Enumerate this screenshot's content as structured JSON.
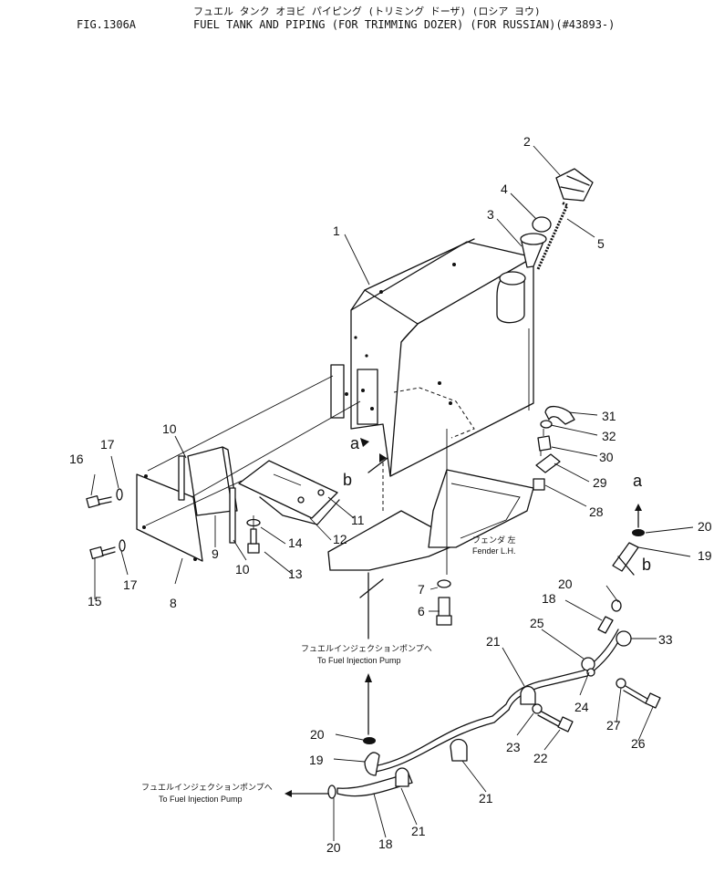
{
  "header": {
    "fig_id": "FIG.1306A",
    "title_jp": "フュエル タンク オヨビ パイピング (トリミング ドーザ) (ロシア ヨウ)",
    "title_en": "FUEL TANK AND PIPING (FOR TRIMMING DOZER) (FOR RUSSIAN)(#43893-)"
  },
  "labels": {
    "fender_jp": "フェンダ 左",
    "fender_en": "Fender L.H.",
    "pump_jp_upper": "フュエルインジェクションポンプへ",
    "pump_en_upper": "To Fuel Injection Pump",
    "pump_jp_lower": "フュエルインジェクションポンプへ",
    "pump_en_lower": "To Fuel Injection Pump"
  },
  "connectors": {
    "a_tank": "a",
    "b_tank": "b",
    "a_pipe": "a",
    "b_pipe": "b"
  },
  "callouts": [
    {
      "id": "c1",
      "n": "1"
    },
    {
      "id": "c2",
      "n": "2"
    },
    {
      "id": "c3",
      "n": "3"
    },
    {
      "id": "c4",
      "n": "4"
    },
    {
      "id": "c5",
      "n": "5"
    },
    {
      "id": "c6",
      "n": "6"
    },
    {
      "id": "c7",
      "n": "7"
    },
    {
      "id": "c8",
      "n": "8"
    },
    {
      "id": "c9",
      "n": "9"
    },
    {
      "id": "c10a",
      "n": "10"
    },
    {
      "id": "c10b",
      "n": "10"
    },
    {
      "id": "c11",
      "n": "11"
    },
    {
      "id": "c12",
      "n": "12"
    },
    {
      "id": "c13",
      "n": "13"
    },
    {
      "id": "c14",
      "n": "14"
    },
    {
      "id": "c15",
      "n": "15"
    },
    {
      "id": "c16",
      "n": "16"
    },
    {
      "id": "c17a",
      "n": "17"
    },
    {
      "id": "c17b",
      "n": "17"
    },
    {
      "id": "c18a",
      "n": "18"
    },
    {
      "id": "c18b",
      "n": "18"
    },
    {
      "id": "c19a",
      "n": "19"
    },
    {
      "id": "c19b",
      "n": "19"
    },
    {
      "id": "c20a",
      "n": "20"
    },
    {
      "id": "c20b",
      "n": "20"
    },
    {
      "id": "c20c",
      "n": "20"
    },
    {
      "id": "c20d",
      "n": "20"
    },
    {
      "id": "c21a",
      "n": "21"
    },
    {
      "id": "c21b",
      "n": "21"
    },
    {
      "id": "c21c",
      "n": "21"
    },
    {
      "id": "c22",
      "n": "22"
    },
    {
      "id": "c23",
      "n": "23"
    },
    {
      "id": "c24",
      "n": "24"
    },
    {
      "id": "c25",
      "n": "25"
    },
    {
      "id": "c26",
      "n": "26"
    },
    {
      "id": "c27",
      "n": "27"
    },
    {
      "id": "c28",
      "n": "28"
    },
    {
      "id": "c29",
      "n": "29"
    },
    {
      "id": "c30",
      "n": "30"
    },
    {
      "id": "c31",
      "n": "31"
    },
    {
      "id": "c32",
      "n": "32"
    },
    {
      "id": "c33",
      "n": "33"
    }
  ]
}
